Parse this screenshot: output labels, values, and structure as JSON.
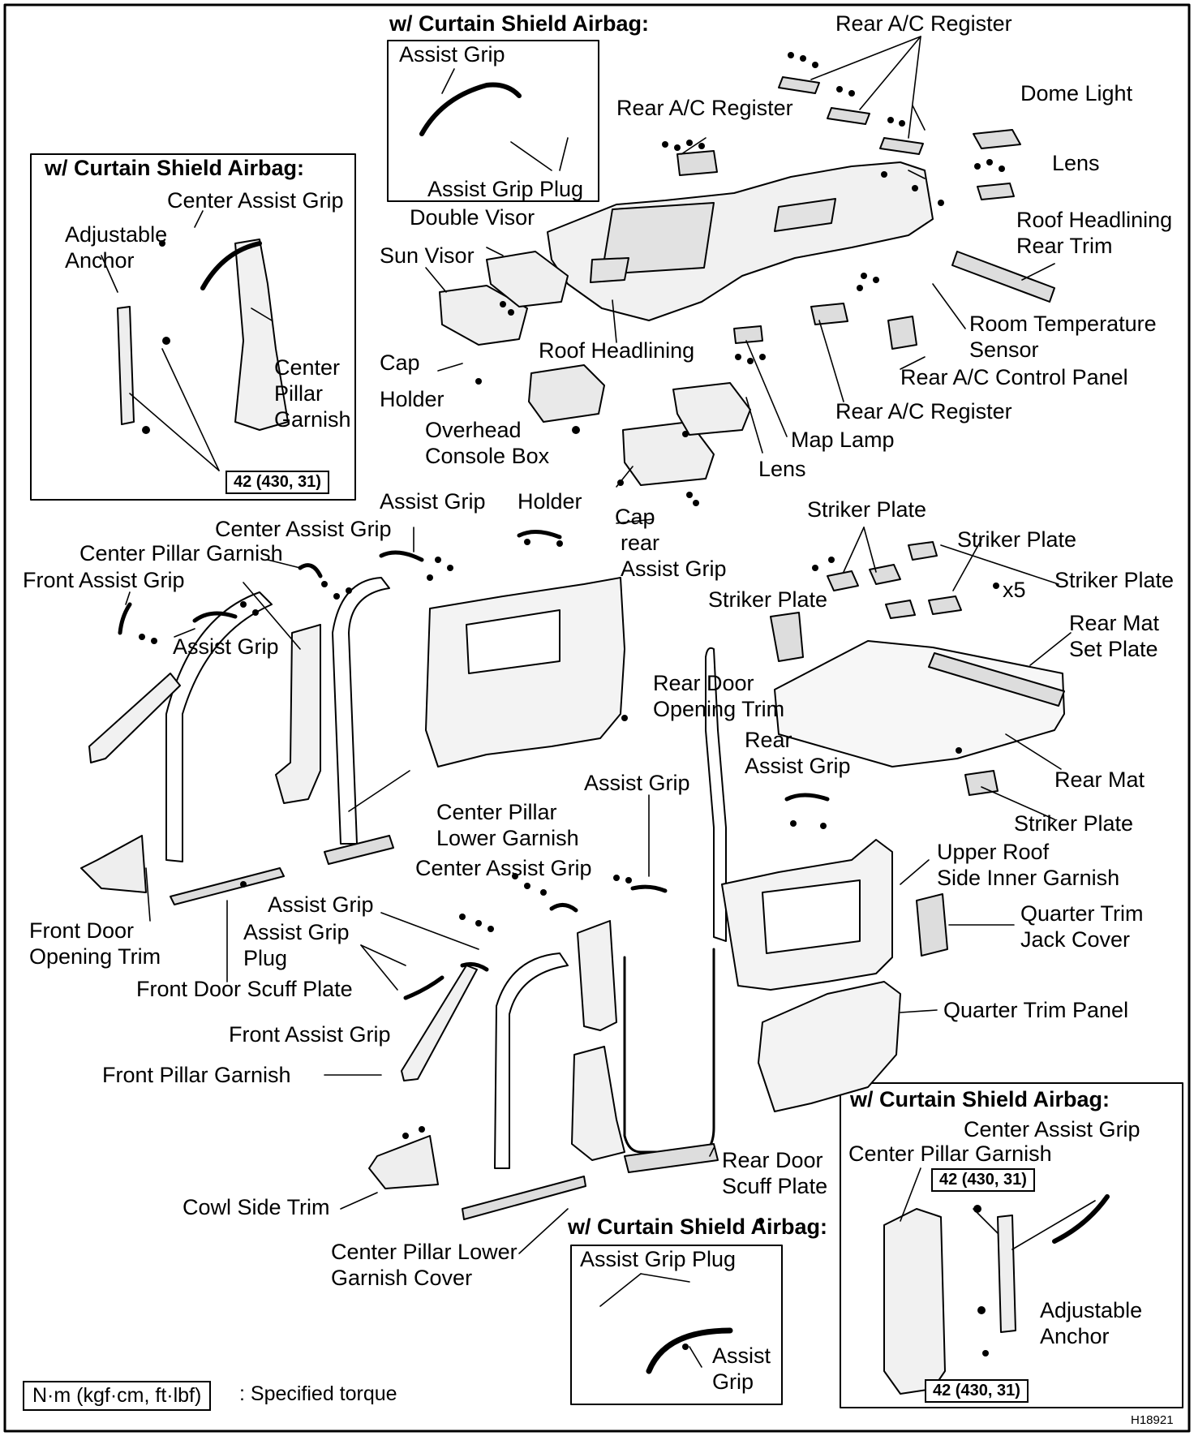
{
  "labels": {
    "rear_ac_register_top": "Rear A/C Register",
    "dome_light": "Dome Light",
    "lens_top": "Lens",
    "rear_ac_register_mid": "Rear A/C Register",
    "roof_headlining_rear_trim": [
      "Roof Headlining",
      "Rear Trim"
    ],
    "double_visor": "Double Visor",
    "sun_visor": "Sun Visor",
    "roof_headlining": "Roof Headlining",
    "room_temperature_sensor": [
      "Room Temperature",
      "Sensor"
    ],
    "rear_ac_control_panel": "Rear A/C Control Panel",
    "cap_top": "Cap",
    "holder_top": "Holder",
    "overhead_console_box": [
      "Overhead",
      "Console Box"
    ],
    "rear_ac_register_low": "Rear A/C Register",
    "map_lamp": "Map Lamp",
    "lens_low": "Lens",
    "assist_grip_top": "Assist Grip",
    "holder_mid": "Holder",
    "cap_rear_assist_grip": [
      "Cap",
      "rear",
      "Assist Grip"
    ],
    "center_assist_grip_a": "Center Assist Grip",
    "center_pillar_garnish_a": "Center Pillar Garnish",
    "front_assist_grip_a": "Front Assist Grip",
    "assist_grip_left": "Assist Grip",
    "striker_plate_1": "Striker Plate",
    "striker_plate_2": "Striker Plate",
    "x5": "x5",
    "striker_plate_3": "Striker Plate",
    "striker_plate_4": "Striker Plate",
    "rear_mat_set_plate": [
      "Rear Mat",
      "Set Plate"
    ],
    "rear_door_opening_trim": [
      "Rear Door",
      "Opening Trim"
    ],
    "rear_assist_grip": [
      "Rear",
      "Assist Grip"
    ],
    "rear_mat": "Rear Mat",
    "assist_grip_mid": "Assist Grip",
    "center_pillar_lower_garnish": [
      "Center Pillar",
      "Lower Garnish"
    ],
    "striker_plate_5": "Striker Plate",
    "upper_roof_side_inner_garnish": [
      "Upper Roof",
      "Side Inner Garnish"
    ],
    "center_assist_grip_b": "Center Assist Grip",
    "quarter_trim_jack_cover": [
      "Quarter Trim",
      "Jack Cover"
    ],
    "assist_grip_low": "Assist Grip",
    "assist_grip_plug_low": [
      "Assist Grip",
      "Plug"
    ],
    "front_door_opening_trim": [
      "Front Door",
      "Opening Trim"
    ],
    "front_door_scuff_plate": "Front Door Scuff Plate",
    "quarter_trim_panel": "Quarter Trim Panel",
    "front_assist_grip_b": "Front Assist Grip",
    "front_pillar_garnish": "Front Pillar Garnish",
    "rear_door_scuff_plate": [
      "Rear Door",
      "Scuff Plate"
    ],
    "cowl_side_trim": "Cowl Side Trim",
    "center_pillar_lower_garnish_cover": [
      "Center Pillar Lower",
      "Garnish Cover"
    ]
  },
  "inset_top": {
    "title": "w/ Curtain Shield Airbag:",
    "assist_grip": "Assist Grip",
    "assist_grip_plug": "Assist Grip Plug"
  },
  "inset_left": {
    "title": "w/ Curtain Shield Airbag:",
    "center_assist_grip": "Center Assist Grip",
    "adjustable_anchor": [
      "Adjustable",
      "Anchor"
    ],
    "center_pillar_garnish": [
      "Center",
      "Pillar",
      "Garnish"
    ],
    "torque": "42 (430, 31)"
  },
  "inset_bottom_mid": {
    "title": "w/ Curtain Shield Airbag:",
    "assist_grip_plug": "Assist Grip Plug",
    "assist_grip": [
      "Assist",
      "Grip"
    ]
  },
  "inset_bottom_right": {
    "title": "w/ Curtain Shield Airbag:",
    "center_assist_grip": "Center Assist Grip",
    "center_pillar_garnish": "Center Pillar Garnish",
    "torque_top": "42 (430, 31)",
    "adjustable_anchor": [
      "Adjustable",
      "Anchor"
    ],
    "torque_bottom": "42 (430, 31)"
  },
  "legend": {
    "unit": "N·m (kgf·cm, ft·lbf)",
    "text": ": Specified torque"
  },
  "figure_id": "H18921"
}
